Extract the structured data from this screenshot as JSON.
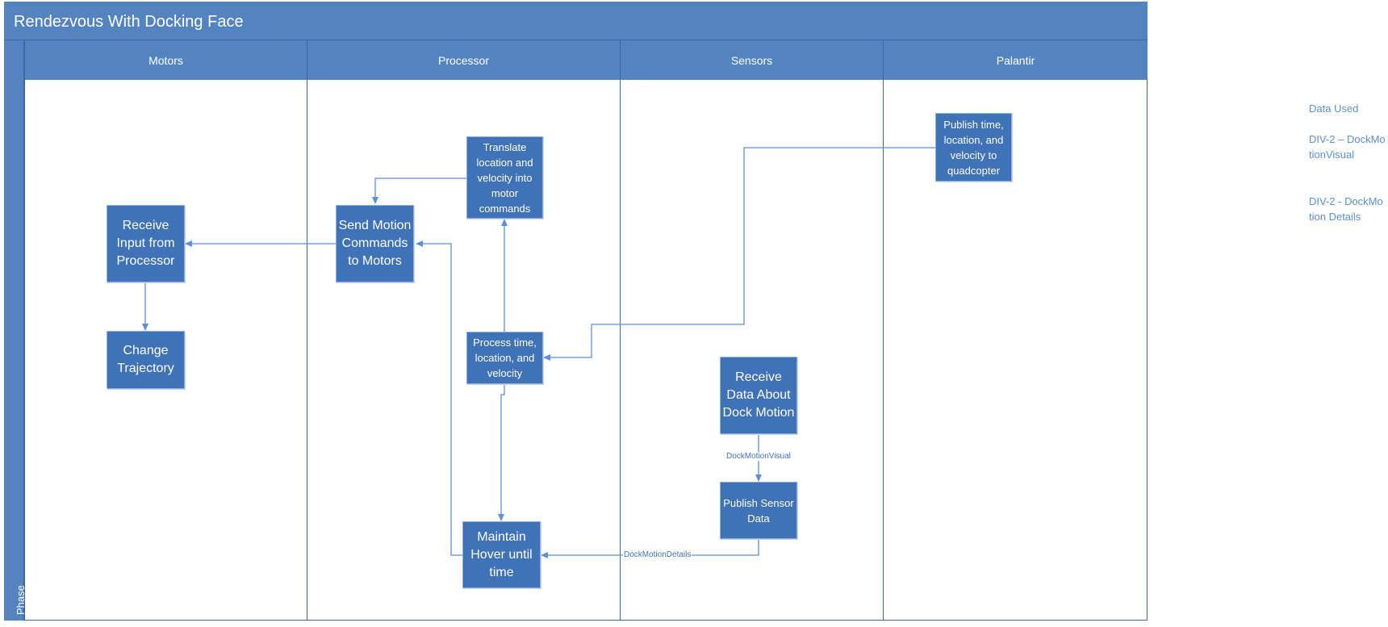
{
  "diagram": {
    "title": "Rendezvous With Docking Face",
    "phase_label": "Phase",
    "lanes": [
      "Motors",
      "Processor",
      "Sensors",
      "Palantir"
    ],
    "nodes": {
      "receive_input": "Receive Input from Processor",
      "change_trajectory": "Change Trajectory",
      "send_motion": "Send Motion Commands to Motors",
      "translate": "Translate location and velocity into motor commands",
      "process": "Process time, location, and velocity",
      "maintain_hover": "Maintain Hover until time",
      "receive_dock_data": "Receive Data About Dock Motion",
      "publish_sensor": "Publish Sensor Data",
      "publish_time": "Publish time, location, and velocity to quadcopter"
    },
    "edge_labels": {
      "dock_motion_visual": "DockMotionVisual",
      "dock_motion_details": "DockMotionDetails"
    }
  },
  "side_panel": {
    "heading": "Data Used",
    "item1": "DIV-2 – DockMotionVisual",
    "item2": "DIV-2 - DockMotion Details"
  },
  "colors": {
    "header_fill": "#5484c0",
    "box_fill": "#3f72b6",
    "connector": "#5b8fd6"
  }
}
